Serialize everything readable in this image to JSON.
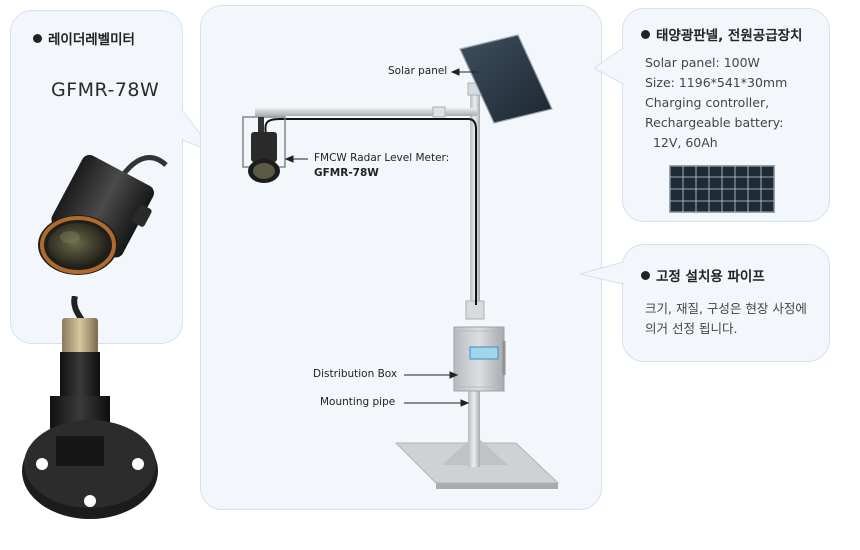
{
  "radar_card": {
    "title": "레이더레벨미터",
    "model": "GFMR-78W"
  },
  "solar_card": {
    "title": "태양광판넬, 전원공급장치",
    "lines": [
      "Solar panel:  100W",
      "Size:  1196*541*30mm",
      "Charging controller,",
      "Rechargeable battery:",
      "  12V, 60Ah"
    ]
  },
  "pipe_card": {
    "title": "고정 설치용 파이프",
    "lines": [
      "크기, 재질, 구성은 현장 사정에",
      "의거 선정 됩니다."
    ]
  },
  "diagram": {
    "solar_panel_label": "Solar panel",
    "radar_label": "FMCW Radar Level Meter:",
    "radar_model": "GFMR-78W",
    "distribution_box_label": "Distribution Box",
    "mounting_pipe_label": "Mounting pipe"
  },
  "colors": {
    "card_bg": "#f3f7fc",
    "card_border": "#d3e1f0",
    "pole": "#d0d4d8",
    "box": "#c8ccd0",
    "panel": "#2c3e50"
  }
}
